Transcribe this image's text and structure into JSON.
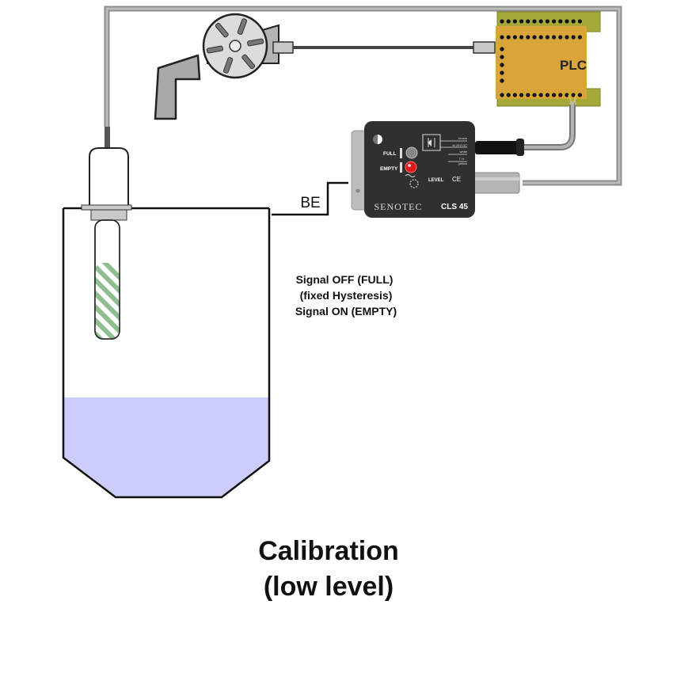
{
  "plc": {
    "label": "PLC"
  },
  "tank": {
    "wire_label": "BE"
  },
  "controller": {
    "full_label": "FULL",
    "empty_label": "EMPTY",
    "level_label": "LEVEL",
    "ce_mark": "CE",
    "brand": "SENOTEC",
    "model": "CLS 45",
    "terminal_labels": [
      "brown",
      "M 24V DC",
      "white",
      "T H",
      "yellow"
    ]
  },
  "signal_text": {
    "line1": "Signal OFF (FULL)",
    "line2": "(fixed Hysteresis)",
    "line3": "Signal ON (EMPTY)"
  },
  "caption": {
    "line1": "Calibration",
    "line2": "(low level)"
  },
  "colors": {
    "plc_body": "#d9a43a",
    "plc_rail": "#a6a83a",
    "liquid": "#cccdfa",
    "probe_stripe": "#8fbf8f",
    "controller_body": "#303030",
    "empty_led": "#e21818",
    "cable_gray": "#8c8c8c"
  }
}
